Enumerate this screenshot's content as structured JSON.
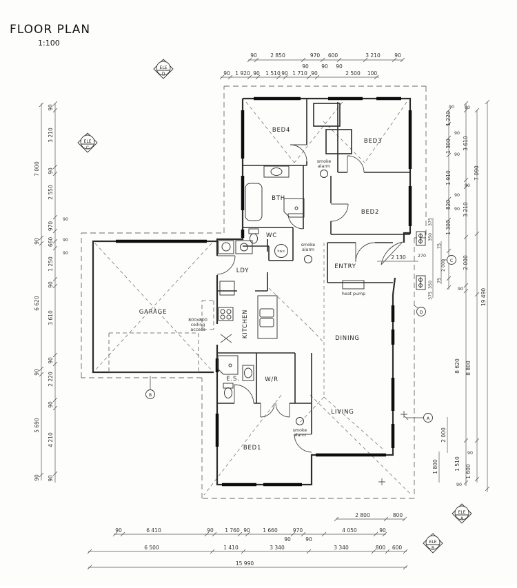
{
  "title": {
    "main": "FLOOR PLAN",
    "scale": "1:100"
  },
  "rooms": {
    "bed4": "BED4",
    "bed3": "BED3",
    "bth": "BTH",
    "wc": "WC",
    "bed2": "BED2",
    "entry": "ENTRY",
    "ldy": "LDY",
    "garage": "GARAGE",
    "kitchen": "KITCHEN",
    "dining": "DINING",
    "es": "E.S.",
    "wr": "W/R",
    "living": "LIVING",
    "bed1": "BED1"
  },
  "annotations": {
    "smoke": "smoke",
    "alarm": "alarm",
    "heat_pump": "heat pump",
    "hwc": "hw.c",
    "access1": "800x800",
    "access2": "ceiling",
    "access3": "access"
  },
  "markers": {
    "ele": "ELE",
    "a": "A",
    "b": "B",
    "c": "C",
    "d": "D"
  },
  "dims": {
    "t1": [
      "90",
      "2 850",
      "970",
      "600",
      "3 210",
      "90"
    ],
    "t1s": [
      "90",
      "90",
      "90"
    ],
    "t2": [
      "90",
      "1 920",
      "90",
      "1 510",
      "90",
      "1 710",
      "90",
      "2 500",
      "100"
    ],
    "l1": [
      "7 000",
      "90",
      "6 620",
      "90",
      "5 690",
      "90"
    ],
    "l2": [
      "90",
      "3 210",
      "90",
      "2 550",
      "970",
      "660",
      "1 250",
      "90",
      "3 610",
      "90",
      "2 220",
      "90",
      "4 210",
      "90"
    ],
    "ls": [
      "90",
      "90",
      "90"
    ],
    "re": [
      "375",
      "350",
      "270",
      "2 130",
      "350",
      "375",
      "75",
      "75",
      "2 000"
    ],
    "r1": [
      "90",
      "1 220",
      "1 300",
      "1 910",
      "820",
      "1 300"
    ],
    "rs": [
      "90",
      "90",
      "90",
      "90"
    ],
    "r2": [
      "90",
      "3 610",
      "90",
      "3 210",
      "2 000",
      "90",
      "8 620",
      "1 510",
      "90"
    ],
    "r3": [
      "7 090",
      "8 800",
      "90",
      "1 600"
    ],
    "r4": [
      "19 490"
    ],
    "rl": [
      "2 000",
      "1 800"
    ],
    "b0": [
      "2 800",
      "800"
    ],
    "b1": [
      "90",
      "6 410",
      "90",
      "1 760",
      "90",
      "1 660",
      "970",
      "4 050",
      "90"
    ],
    "b1s": [
      "90",
      "90"
    ],
    "b2": [
      "6 500",
      "1 410",
      "3 340",
      "3 340",
      "800",
      "600"
    ],
    "b3": [
      "15 990"
    ]
  }
}
